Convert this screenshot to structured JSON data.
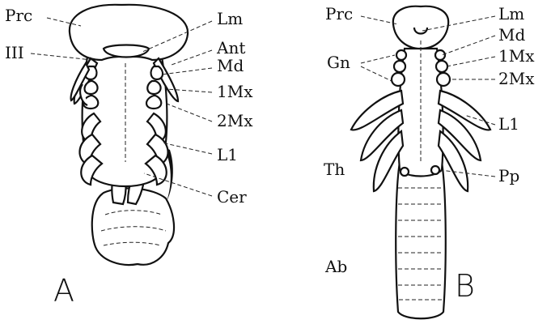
{
  "panel_a": {
    "letter": "A",
    "labels": {
      "prc": "Prc",
      "iii": "III",
      "lm": "Lm",
      "ant": "Ant",
      "md": "Md",
      "mx1": "1Mx",
      "mx2": "2Mx",
      "l1": "L1",
      "cer": "Cer"
    }
  },
  "panel_b": {
    "letter": "B",
    "labels": {
      "prc": "Prc",
      "gn": "Gn",
      "th": "Th",
      "ab": "Ab",
      "lm": "Lm",
      "md": "Md",
      "mx1": "1Mx",
      "mx2": "2Mx",
      "l1": "L1",
      "pp": "Pp"
    }
  }
}
